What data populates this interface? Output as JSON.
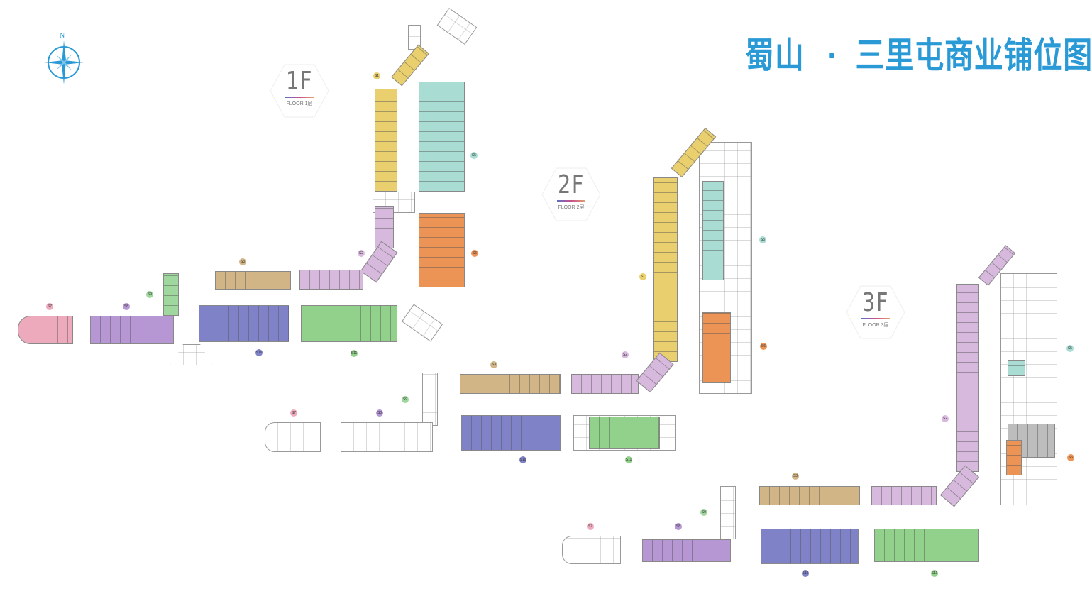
{
  "title": {
    "place": "蜀山",
    "separator": "·",
    "name": "三里屯商业铺位图"
  },
  "compass": {
    "north_label": "N"
  },
  "floors": [
    {
      "big": "1F",
      "sub": "FLOOR 1层"
    },
    {
      "big": "2F",
      "sub": "FLOOR 2层"
    },
    {
      "big": "3F",
      "sub": "FLOOR 3层"
    }
  ],
  "zones": {
    "s1": "S1",
    "s2": "S2",
    "s3": "S3",
    "s5": "S5",
    "s6": "S6",
    "s7": "S7",
    "s8": "S8",
    "s9": "S9",
    "s10": "S10",
    "s11": "S11"
  },
  "zone_colors": {
    "s1": "#e9cf6d",
    "s2": "#d7b9de",
    "s3": "#d2b587",
    "s5": "#a9dcd2",
    "s6": "#ec9356",
    "s7": "#eeaabd",
    "s8": "#b697d4",
    "s9": "#9fd79e",
    "s10": "#7f82c7",
    "s11": "#92d18b"
  },
  "accent": "#2a9ad6"
}
